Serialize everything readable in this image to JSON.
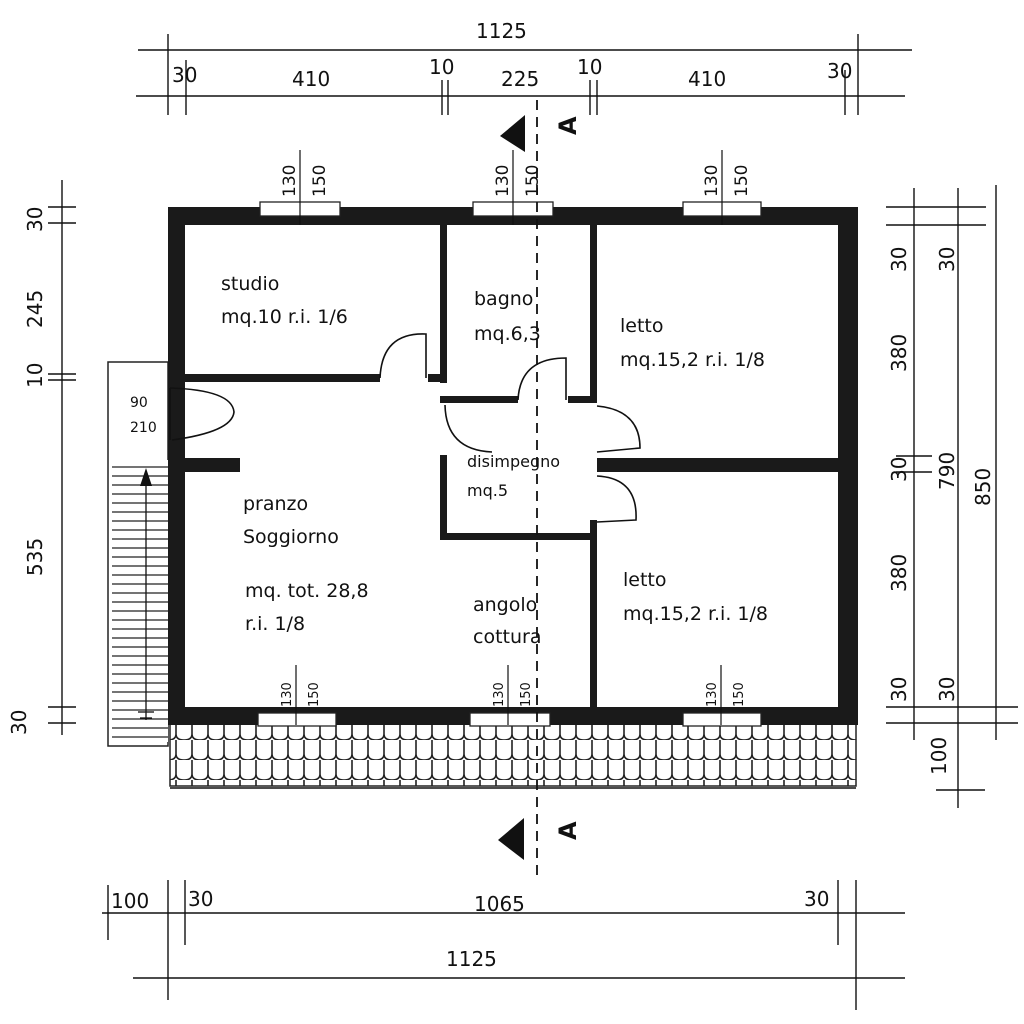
{
  "rooms": {
    "studio": {
      "name": "studio",
      "area": "mq.10 r.i. 1/6"
    },
    "bagno": {
      "name": "bagno",
      "area": "mq.6,3"
    },
    "letto_top": {
      "name": "letto",
      "area": "mq.15,2 r.i. 1/8"
    },
    "disimpegno": {
      "name": "disimpegno",
      "area": "mq.5"
    },
    "soggiorno": {
      "line1": "pranzo",
      "line2": "Soggiorno",
      "area1": "mq. tot. 28,8",
      "area2": "r.i. 1/8"
    },
    "cottura": {
      "line1": "angolo",
      "line2": "cottura"
    },
    "letto_bottom": {
      "name": "letto",
      "area": "mq.15,2 r.i. 1/8"
    }
  },
  "door_side": {
    "w": "90",
    "h": "210"
  },
  "window_label": {
    "a": "130",
    "b": "150"
  },
  "section_label": "A",
  "dims_top": {
    "total": "1125",
    "s1": "30",
    "s2": "410",
    "s3": "10",
    "s4": "225",
    "s5": "10",
    "s6": "410",
    "s7": "30"
  },
  "dims_bottom": {
    "s1": "100",
    "s2": "30",
    "s3": "1065",
    "s4": "30",
    "total": "1125"
  },
  "dims_left": {
    "s1": "30",
    "s2": "245",
    "s3": "10",
    "s4": "535",
    "s5": "30"
  },
  "dims_right": {
    "a1": "30",
    "a2": "380",
    "a3": "30",
    "a4": "380",
    "a5": "30",
    "b1": "30",
    "b2": "790",
    "b3": "30",
    "c1": "850",
    "c2": "100"
  }
}
